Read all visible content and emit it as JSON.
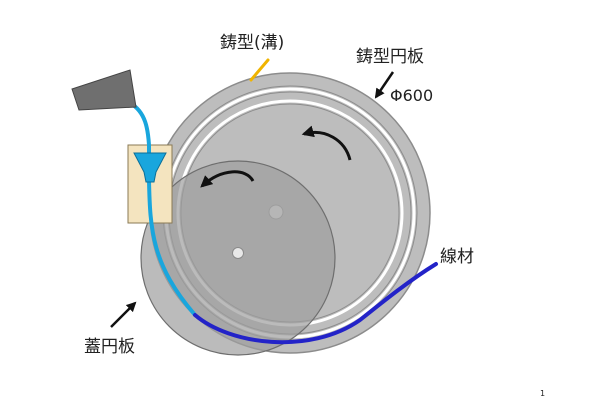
{
  "labels": {
    "mold_groove": "鋳型(溝)",
    "mold_disc": "鋳型円板",
    "diameter": "Φ600",
    "wire": "線材",
    "lid_disc": "蓋円板"
  },
  "page_number": "1",
  "colors": {
    "mold_disc_fill": "#bdbdbd",
    "lid_disc_fill": "#a6a6a6",
    "molten_metal": "#19a6dd",
    "wire": "#2323c8",
    "groove_marker": "#f0b400",
    "tundish_box": "#f4e4bf",
    "ladle": "#6f6f6f"
  },
  "rotation_arrows": [
    "curved-arrow-counterclockwise",
    "curved-arrow-counterclockwise"
  ]
}
